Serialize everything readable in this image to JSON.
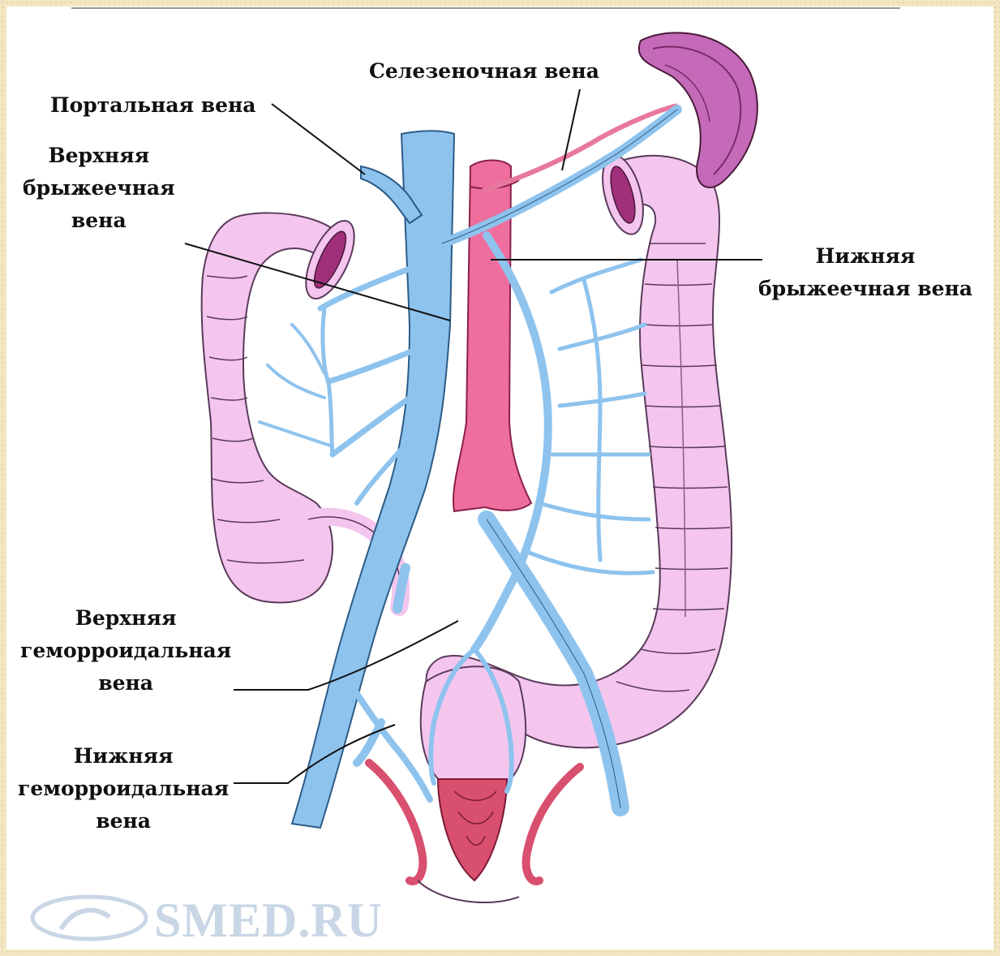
{
  "labels": {
    "splenic": [
      "Селезеночная вена"
    ],
    "portal": [
      "Портальная вена"
    ],
    "superior_mesenteric": [
      "Верхняя",
      "брыжеечная",
      "вена"
    ],
    "inferior_mesenteric": [
      "Нижняя",
      "брыжеечная вена"
    ],
    "superior_hemorrhoidal": [
      "Верхняя",
      "геморроидальная",
      "вена"
    ],
    "inferior_hemorrhoidal": [
      "Нижняя",
      "геморроидальная",
      "вена"
    ]
  },
  "watermark": "SMED.RU",
  "colors": {
    "vein": "#8ec3ee",
    "vein_outline": "#2c5c86",
    "aorta": "#ee6e9e",
    "colon": "#f4c6ee",
    "colon_outline": "#5a3b5a",
    "spleen": "#c46ab8",
    "rectum": "#d94f6e",
    "frame": "#f3e6c2"
  }
}
